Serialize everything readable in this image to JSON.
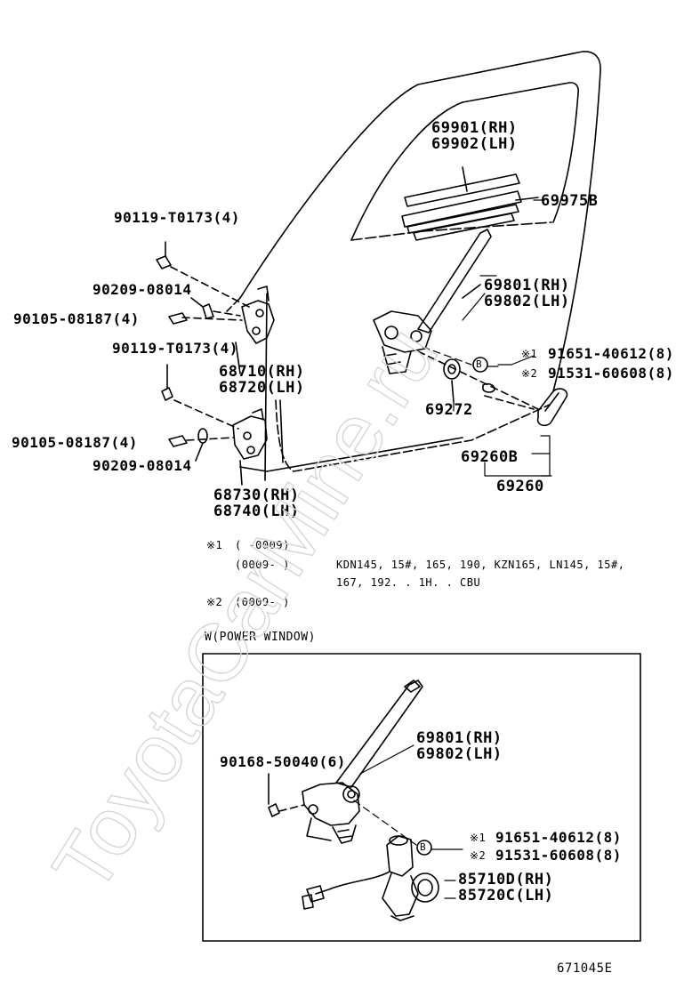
{
  "upper": {
    "glass_run": [
      "69901(RH)",
      "69902(LH)"
    ],
    "glass_channel": "69975B",
    "regulator": [
      "69801(RH)",
      "69802(LH)"
    ],
    "bolt_top_upper": "90119-T0173(4)",
    "washer_upper": "90209-08014",
    "bolt_side_upper": "90105-08187(4)",
    "bolt_top_lower": "90119-T0173(4)",
    "hinge_upper": [
      "68710(RH)",
      "68720(LH)"
    ],
    "bolt_side_lower": "90105-08187(4)",
    "washer_lower": "90209-08014",
    "hinge_lower": [
      "68730(RH)",
      "68740(LH)"
    ],
    "screw_1": "91651-40612(8)",
    "screw_2": "91531-60608(8)",
    "mark_1": "※1",
    "mark_2": "※2",
    "ref_b": "B",
    "spacer": "69272",
    "handle_sub": "69260B",
    "handle": "69260"
  },
  "notes": {
    "n1_mark": "※1",
    "n1_range": "(        -0009)",
    "n1b_range": "(0009-        )",
    "n1b_models": "KDN145, 15#, 165, 190, KZN165, LN145, 15#,",
    "n1b_models2": "167, 192. . 1H. . CBU",
    "n2_mark": "※2",
    "n2_range": "(0009-        )"
  },
  "power_window": {
    "section_title": "W(POWER WINDOW)",
    "regulator": [
      "69801(RH)",
      "69802(LH)"
    ],
    "bolt": "90168-50040(6)",
    "mark_1": "※1",
    "mark_2": "※2",
    "ref_b": "B",
    "screw_1": "91651-40612(8)",
    "screw_2": "91531-60608(8)",
    "motor": [
      "85710D(RH)",
      "85720C(LH)"
    ]
  },
  "footer": {
    "code": "671045E"
  },
  "watermark": "ToyotaCarMine.ru"
}
